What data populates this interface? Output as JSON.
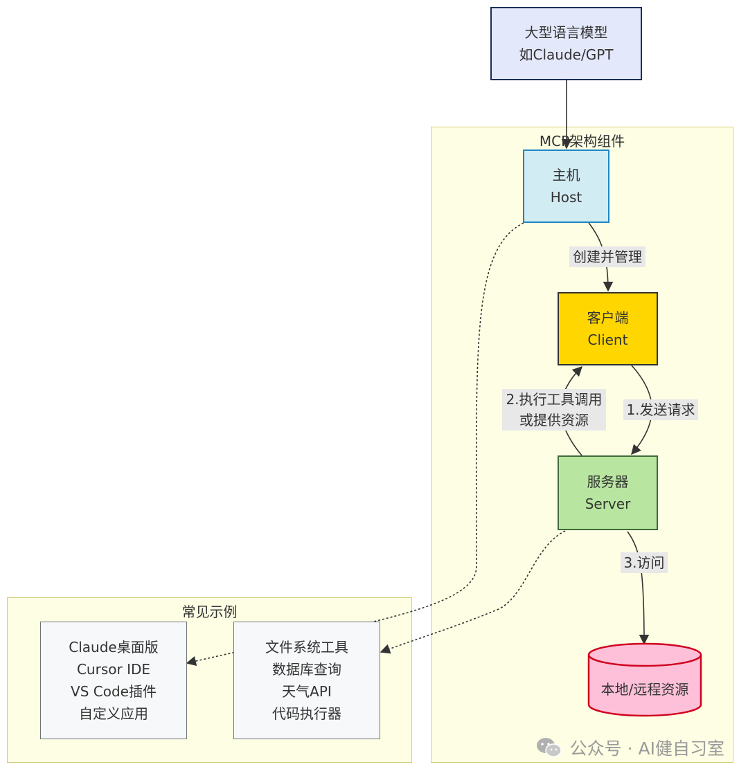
{
  "colors": {
    "llm_fill": "#e4e8fb",
    "llm_stroke": "#1a2e5a",
    "host_fill": "#d2ecf3",
    "host_stroke": "#1c86c6",
    "client_fill": "#ffd600",
    "client_stroke": "#333333",
    "server_fill": "#b8e6a0",
    "server_stroke": "#3d6b3a",
    "resource_fill": "#fec0d8",
    "resource_stroke": "#d0001e",
    "example_fill": "#f6f8fa",
    "example_stroke": "#6d7177",
    "group_fill": "#fefee4",
    "group_stroke": "#cfcf7a"
  },
  "nodes": {
    "llm": {
      "line1": "大型语言模型",
      "line2": "如Claude/GPT"
    },
    "host": {
      "line1": "主机",
      "line2": "Host"
    },
    "client": {
      "line1": "客户端",
      "line2": "Client"
    },
    "server": {
      "line1": "服务器",
      "line2": "Server"
    },
    "resource": {
      "label": "本地/远程资源"
    },
    "apps": {
      "lines": [
        "Claude桌面版",
        "Cursor IDE",
        "VS Code插件",
        "自定义应用"
      ]
    },
    "tools": {
      "lines": [
        "文件系统工具",
        "数据库查询",
        "天气API",
        "代码执行器"
      ]
    }
  },
  "groups": {
    "mcp": {
      "title": "MCP架构组件"
    },
    "examples": {
      "title": "常见示例"
    }
  },
  "edges": {
    "host_client": "创建并管理",
    "client_server": "1.发送请求",
    "server_client_line1": "2.执行工具调用",
    "server_client_line2": "或提供资源",
    "server_resource": "3.访问"
  },
  "watermark": {
    "text": "公众号 · AI健自习室",
    "icon": "wechat-icon"
  }
}
